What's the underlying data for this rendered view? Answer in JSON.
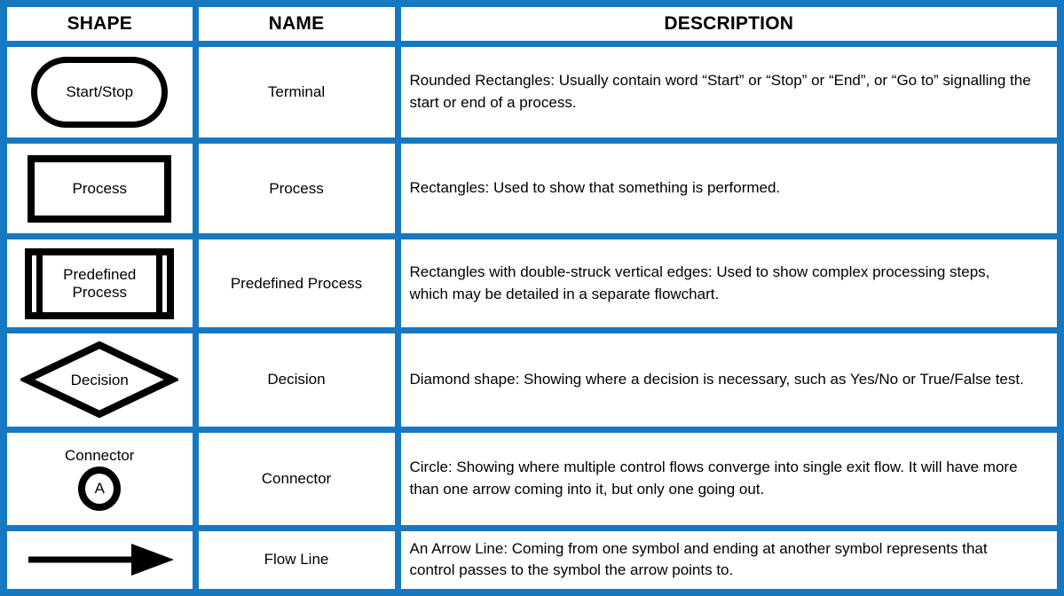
{
  "colors": {
    "border_blue": "#1778c2",
    "shape_stroke": "#000000"
  },
  "table": {
    "headers": [
      "SHAPE",
      "NAME",
      "DESCRIPTION"
    ],
    "rows": [
      {
        "shape": "terminal",
        "shape_label": "Start/Stop",
        "name": "Terminal",
        "description": "Rounded Rectangles: Usually contain word “Start” or “Stop” or “End”, or “Go to” signalling the start or end of a process."
      },
      {
        "shape": "process",
        "shape_label": "Process",
        "name": "Process",
        "description": "Rectangles: Used to show that something is performed."
      },
      {
        "shape": "predefined-process",
        "shape_label": "Predefined Process",
        "name": "Predefined Process",
        "description": "Rectangles with double-struck vertical edges: Used to show complex processing steps, which may be detailed in a separate flowchart."
      },
      {
        "shape": "decision",
        "shape_label": "Decision",
        "name": "Decision",
        "description": "Diamond shape: Showing where a decision is necessary, such as Yes/No or True/False test."
      },
      {
        "shape": "connector",
        "shape_label": "Connector",
        "connector_letter": "A",
        "name": "Connector",
        "description": "Circle: Showing where multiple control flows converge into single exit flow. It will have more than one arrow coming into it, but only one going out."
      },
      {
        "shape": "flow-line",
        "name": "Flow Line",
        "description": "An Arrow Line: Coming from one symbol and ending at another symbol represents that control passes to the symbol the arrow points to."
      }
    ]
  }
}
